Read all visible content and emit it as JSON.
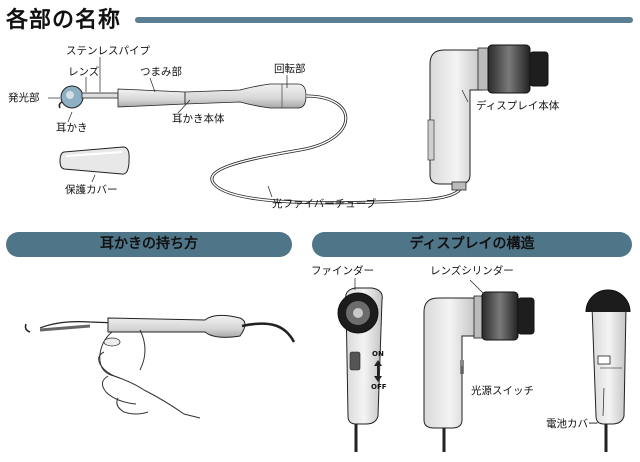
{
  "page_title": "各部の名称",
  "sections": {
    "holding": "耳かきの持ち方",
    "display_structure": "ディスプレイの構造"
  },
  "labels": {
    "stainless_pipe": "ステンレスパイプ",
    "lens": "レンズ",
    "grip": "つまみ部",
    "rotating_part": "回転部",
    "light_emitter": "発光部",
    "earpick": "耳かき",
    "earpick_body": "耳かき本体",
    "display_body": "ディスプレイ本体",
    "protective_cover": "保護カバー",
    "fiber_tube": "光ファイバーチューブ",
    "finder": "ファインダー",
    "lens_cylinder": "レンズシリンダー",
    "light_switch": "光源スイッチ",
    "battery_cover": "電池カバー",
    "on": "ON",
    "off": "OFF"
  }
}
